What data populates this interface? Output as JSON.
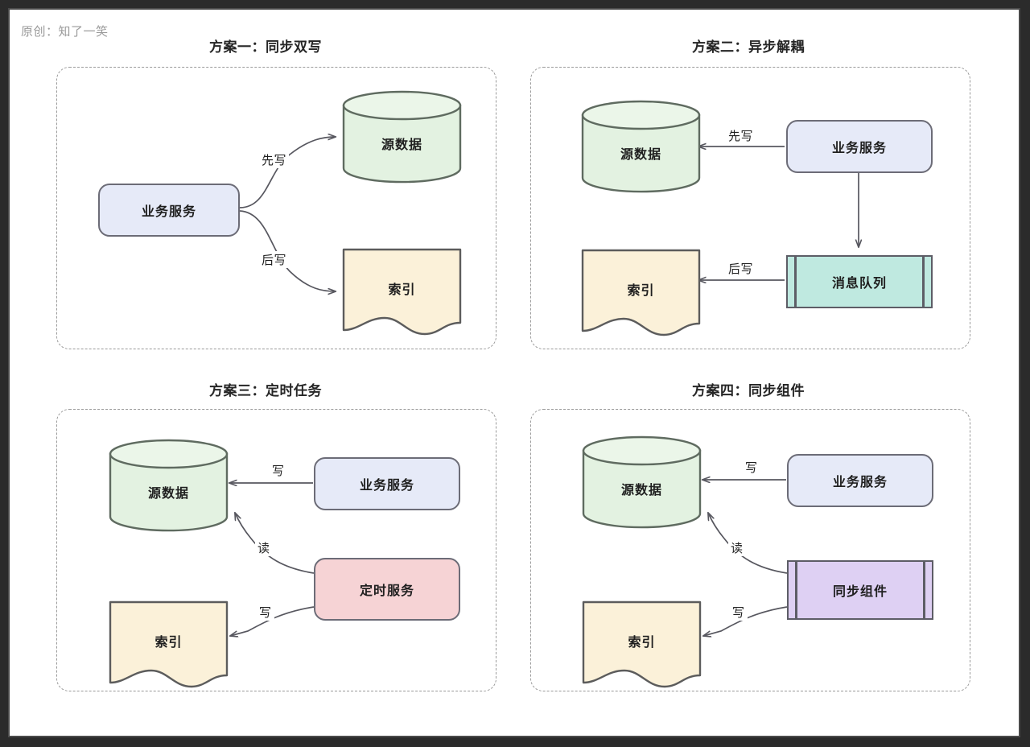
{
  "watermark": "原创：知了一笑",
  "colors": {
    "page_background": "#ffffff",
    "outer_frame": "#2b2b2b",
    "panel_dashed_border": "#9a9a9a",
    "node_stroke": "#6c6c77",
    "edge_stroke": "#57575f",
    "title_text": "#262626",
    "watermark_text": "#9a9a9a",
    "service_fill": "#e6eaf8",
    "source_db_fill": "#e3f2e1",
    "index_doc_fill": "#fbf1d9",
    "message_queue_fill": "#bfe9e0",
    "scheduled_service_fill": "#f6d3d5",
    "sync_component_fill": "#ded0f3"
  },
  "panels": [
    {
      "id": "panel-1",
      "title": "方案一：同步双写",
      "nodes": [
        {
          "id": "p1-service",
          "label": "业务服务",
          "shape": "rounded-rect",
          "fill": "#e6eaf8"
        },
        {
          "id": "p1-source",
          "label": "源数据",
          "shape": "cylinder",
          "fill": "#e3f2e1"
        },
        {
          "id": "p1-index",
          "label": "索引",
          "shape": "document",
          "fill": "#fbf1d9"
        }
      ],
      "edges": [
        {
          "id": "p1-edge-1",
          "label": "先写",
          "from": "p1-service",
          "to": "p1-source",
          "style": "curved"
        },
        {
          "id": "p1-edge-2",
          "label": "后写",
          "from": "p1-service",
          "to": "p1-index",
          "style": "curved"
        }
      ]
    },
    {
      "id": "panel-2",
      "title": "方案二：异步解耦",
      "nodes": [
        {
          "id": "p2-service",
          "label": "业务服务",
          "shape": "rounded-rect",
          "fill": "#e6eaf8"
        },
        {
          "id": "p2-source",
          "label": "源数据",
          "shape": "cylinder",
          "fill": "#e3f2e1"
        },
        {
          "id": "p2-index",
          "label": "索引",
          "shape": "document",
          "fill": "#fbf1d9"
        },
        {
          "id": "p2-mq",
          "label": "消息队列",
          "shape": "subroutine",
          "fill": "#bfe9e0"
        }
      ],
      "edges": [
        {
          "id": "p2-edge-1",
          "label": "先写",
          "from": "p2-service",
          "to": "p2-source",
          "style": "straight"
        },
        {
          "id": "p2-edge-2",
          "label": "",
          "from": "p2-service",
          "to": "p2-mq",
          "style": "straight"
        },
        {
          "id": "p2-edge-3",
          "label": "后写",
          "from": "p2-mq",
          "to": "p2-index",
          "style": "straight"
        }
      ]
    },
    {
      "id": "panel-3",
      "title": "方案三：定时任务",
      "nodes": [
        {
          "id": "p3-service",
          "label": "业务服务",
          "shape": "rounded-rect",
          "fill": "#e6eaf8"
        },
        {
          "id": "p3-source",
          "label": "源数据",
          "shape": "cylinder",
          "fill": "#e3f2e1"
        },
        {
          "id": "p3-index",
          "label": "索引",
          "shape": "document",
          "fill": "#fbf1d9"
        },
        {
          "id": "p3-timer",
          "label": "定时服务",
          "shape": "rounded-rect",
          "fill": "#f6d3d5"
        }
      ],
      "edges": [
        {
          "id": "p3-edge-1",
          "label": "写",
          "from": "p3-service",
          "to": "p3-source",
          "style": "straight"
        },
        {
          "id": "p3-edge-2",
          "label": "读",
          "from": "p3-timer",
          "to": "p3-source",
          "style": "curved"
        },
        {
          "id": "p3-edge-3",
          "label": "写",
          "from": "p3-timer",
          "to": "p3-index",
          "style": "curved"
        }
      ]
    },
    {
      "id": "panel-4",
      "title": "方案四：同步组件",
      "nodes": [
        {
          "id": "p4-service",
          "label": "业务服务",
          "shape": "rounded-rect",
          "fill": "#e6eaf8"
        },
        {
          "id": "p4-source",
          "label": "源数据",
          "shape": "cylinder",
          "fill": "#e3f2e1"
        },
        {
          "id": "p4-index",
          "label": "索引",
          "shape": "document",
          "fill": "#fbf1d9"
        },
        {
          "id": "p4-sync",
          "label": "同步组件",
          "shape": "subroutine",
          "fill": "#ded0f3"
        }
      ],
      "edges": [
        {
          "id": "p4-edge-1",
          "label": "写",
          "from": "p4-service",
          "to": "p4-source",
          "style": "straight"
        },
        {
          "id": "p4-edge-2",
          "label": "读",
          "from": "p4-sync",
          "to": "p4-source",
          "style": "curved"
        },
        {
          "id": "p4-edge-3",
          "label": "写",
          "from": "p4-sync",
          "to": "p4-index",
          "style": "curved"
        }
      ]
    }
  ]
}
